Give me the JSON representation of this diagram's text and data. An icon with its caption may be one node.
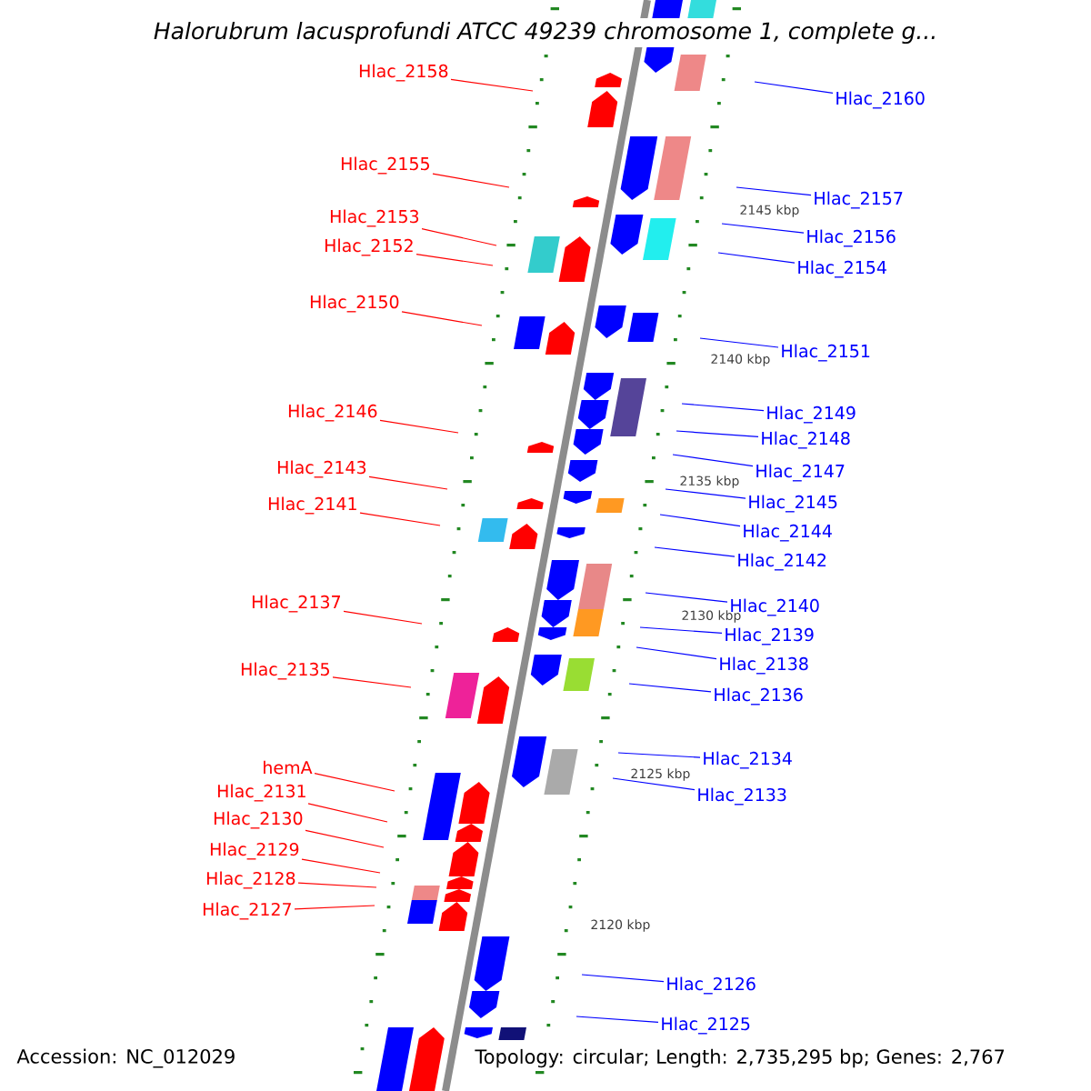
{
  "diagram": {
    "title": "Halorubrum lacusprofundi ATCC 49239 chromosome 1, complete g...",
    "nodes": [
      {
        "text": [
          "Hlac_2158"
        ]
      },
      {
        "text": [
          "Hlac_2155"
        ]
      },
      {
        "text": [
          "Hlac_2153"
        ]
      },
      {
        "text": [
          "Hlac_2152"
        ]
      },
      {
        "text": [
          "Hlac_2150"
        ]
      },
      {
        "text": [
          "Hlac_2146"
        ]
      },
      {
        "text": [
          "Hlac_2143"
        ]
      },
      {
        "text": [
          "Hlac_2141"
        ]
      },
      {
        "text": [
          "Hlac_2137"
        ]
      },
      {
        "text": [
          "Hlac_2135"
        ]
      },
      {
        "text": [
          "hemA"
        ]
      },
      {
        "text": [
          "Hlac_2131"
        ]
      },
      {
        "text": [
          "Hlac_2130"
        ]
      },
      {
        "text": [
          "Hlac_2129"
        ]
      },
      {
        "text": [
          "Hlac_2128"
        ]
      },
      {
        "text": [
          "Hlac_2127"
        ]
      },
      {
        "text": [
          "Hlac_2160"
        ]
      },
      {
        "text": [
          "Hlac_2157"
        ]
      },
      {
        "text": [
          "Hlac_2156"
        ]
      },
      {
        "text": [
          "Hlac_2154"
        ]
      },
      {
        "text": [
          "Hlac_2151"
        ]
      },
      {
        "text": [
          "Hlac_2149"
        ]
      },
      {
        "text": [
          "Hlac_2148"
        ]
      },
      {
        "text": [
          "Hlac_2147"
        ]
      },
      {
        "text": [
          "Hlac_2145"
        ]
      },
      {
        "text": [
          "Hlac_2144"
        ]
      },
      {
        "text": [
          "Hlac_2142"
        ]
      },
      {
        "text": [
          "Hlac_2140"
        ]
      },
      {
        "text": [
          "Hlac_2139"
        ]
      },
      {
        "text": [
          "Hlac_2138"
        ]
      },
      {
        "text": [
          "Hlac_2136"
        ]
      },
      {
        "text": [
          "Hlac_2134"
        ]
      },
      {
        "text": [
          "Hlac_2133"
        ]
      },
      {
        "text": [
          "Hlac_2126"
        ]
      },
      {
        "text": [
          "Hlac_2125"
        ]
      }
    ],
    "edges": [
      {
        "from": 0,
        "to": null,
        "arrow": "none",
        "color": "#ff0000"
      },
      {
        "from": 1,
        "to": null,
        "arrow": "none",
        "color": "#ff0000"
      },
      {
        "from": 2,
        "to": null,
        "arrow": "none",
        "color": "#ff0000"
      },
      {
        "from": 3,
        "to": null,
        "arrow": "none",
        "color": "#ff0000"
      },
      {
        "from": 4,
        "to": null,
        "arrow": "none",
        "color": "#ff0000"
      },
      {
        "from": 5,
        "to": null,
        "arrow": "none",
        "color": "#ff0000"
      },
      {
        "from": 6,
        "to": null,
        "arrow": "none",
        "color": "#ff0000"
      },
      {
        "from": 7,
        "to": null,
        "arrow": "none",
        "color": "#ff0000"
      },
      {
        "from": 8,
        "to": null,
        "arrow": "none",
        "color": "#ff0000"
      },
      {
        "from": 9,
        "to": null,
        "arrow": "none",
        "color": "#ff0000"
      },
      {
        "from": 10,
        "to": null,
        "arrow": "none",
        "color": "#ff0000"
      },
      {
        "from": 11,
        "to": null,
        "arrow": "none",
        "color": "#ff0000"
      },
      {
        "from": 12,
        "to": null,
        "arrow": "none",
        "color": "#ff0000"
      },
      {
        "from": 13,
        "to": null,
        "arrow": "none",
        "color": "#ff0000"
      },
      {
        "from": 14,
        "to": null,
        "arrow": "none",
        "color": "#ff0000"
      },
      {
        "from": 15,
        "to": null,
        "arrow": "none",
        "color": "#ff0000"
      },
      {
        "from": 16,
        "to": null,
        "arrow": "none"
      },
      {
        "from": 17,
        "to": null,
        "arrow": "none"
      },
      {
        "from": 18,
        "to": null,
        "arrow": "none"
      },
      {
        "from": 19,
        "to": null,
        "arrow": "none"
      },
      {
        "from": 20,
        "to": null,
        "arrow": "none"
      },
      {
        "from": 21,
        "to": null,
        "arrow": "none"
      },
      {
        "from": 22,
        "to": null,
        "arrow": "none"
      },
      {
        "from": 23,
        "to": null,
        "arrow": "none"
      },
      {
        "from": 24,
        "to": null,
        "arrow": "none"
      },
      {
        "from": 25,
        "to": null,
        "arrow": "none"
      },
      {
        "from": 26,
        "to": null,
        "arrow": "none"
      },
      {
        "from": 27,
        "to": null,
        "arrow": "none"
      },
      {
        "from": 28,
        "to": null,
        "arrow": "none"
      },
      {
        "from": 29,
        "to": null,
        "arrow": "none"
      },
      {
        "from": 30,
        "to": null,
        "arrow": "none"
      },
      {
        "from": 31,
        "to": null,
        "arrow": "none"
      },
      {
        "from": 32,
        "to": null,
        "arrow": "none"
      },
      {
        "from": 33,
        "to": null,
        "arrow": "none"
      },
      {
        "from": 34,
        "to": null,
        "arrow": "none"
      }
    ],
    "labels": [
      "2145 kbp",
      "2140 kbp",
      "2135 kbp",
      "2130 kbp",
      "2125 kbp",
      "2120 kbp",
      "Accession: NC_012029",
      "Topology: circular; Length: 2,735,295 bp; Genes: 2,767"
    ]
  }
}
